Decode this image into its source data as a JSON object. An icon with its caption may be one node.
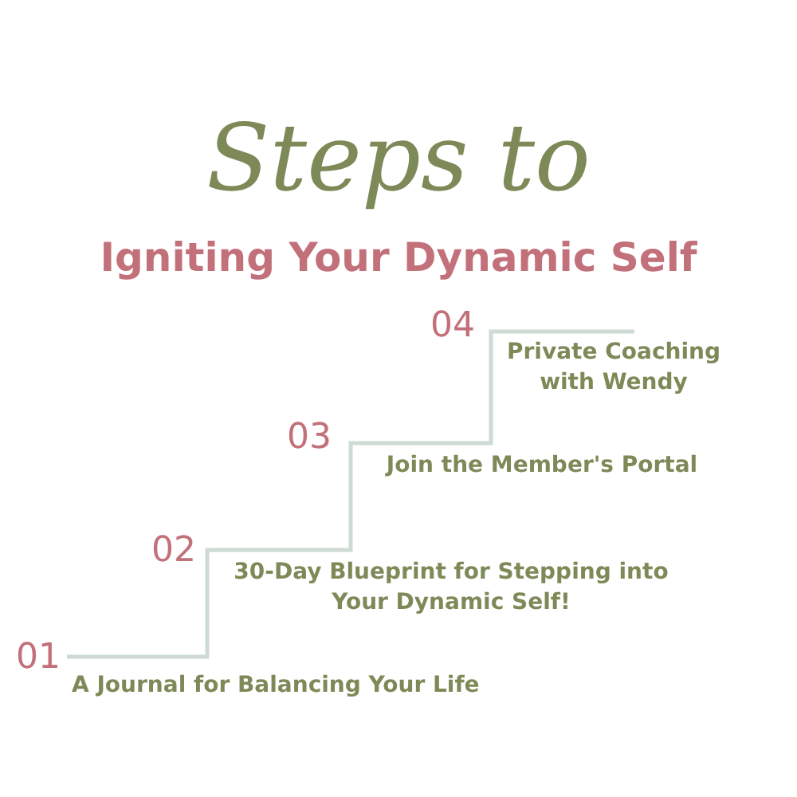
{
  "diagram": {
    "labels": [
      "Steps to",
      "Igniting Your Dynamic Self",
      "04",
      "Private Coaching with Wendy",
      "03",
      "Join the Member's Portal",
      "02",
      "30-Day Blueprint for Stepping into Your Dynamic Self!",
      "01",
      "A Journal for Balancing Your Life"
    ]
  }
}
